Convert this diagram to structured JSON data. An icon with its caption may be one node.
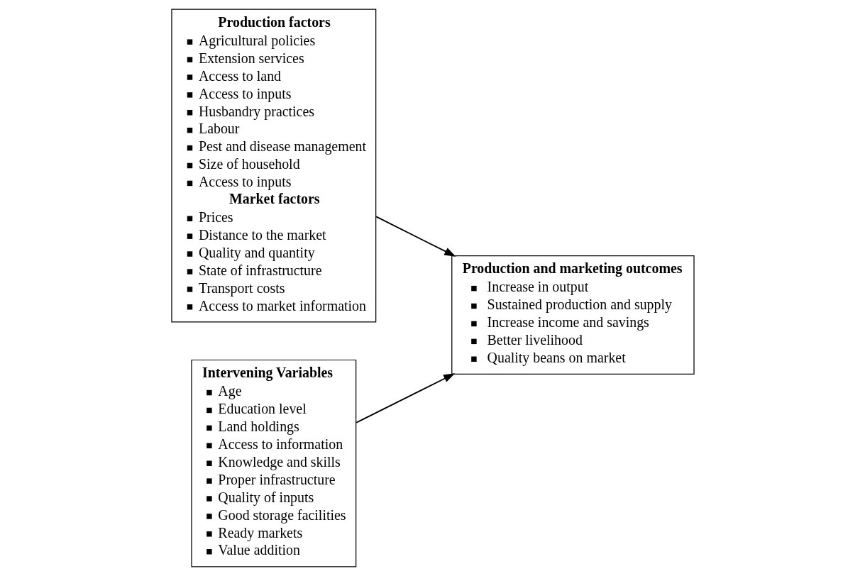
{
  "diagram": {
    "nodes": [
      {
        "text": [
          "Production factors",
          "Agricultural policies",
          "Extension services",
          "Access to land",
          "Access to inputs",
          "Husbandry practices",
          "Labour",
          "Pest and disease management",
          "Size of household",
          "Access to inputs",
          "Market factors",
          "Prices",
          "Distance to the market",
          "Quality and quantity",
          "State of infrastructure",
          "Transport costs",
          "Access to market information"
        ]
      },
      {
        "text": [
          "Production and marketing outcomes",
          "Increase in output",
          "Sustained production and supply",
          "Increase income and savings",
          "Better livelihood",
          "Quality beans on market"
        ]
      },
      {
        "text": [
          "Intervening Variables",
          "Age",
          "Education level",
          "Land holdings",
          "Access to information",
          "Knowledge and skills",
          "Proper infrastructure",
          "Quality of inputs",
          "Good storage facilities",
          "Ready markets",
          "Value addition"
        ]
      }
    ],
    "edges": [
      {
        "from": 0,
        "to": 1,
        "arrow": "to"
      },
      {
        "from": 2,
        "to": 1,
        "arrow": "to"
      }
    ]
  }
}
